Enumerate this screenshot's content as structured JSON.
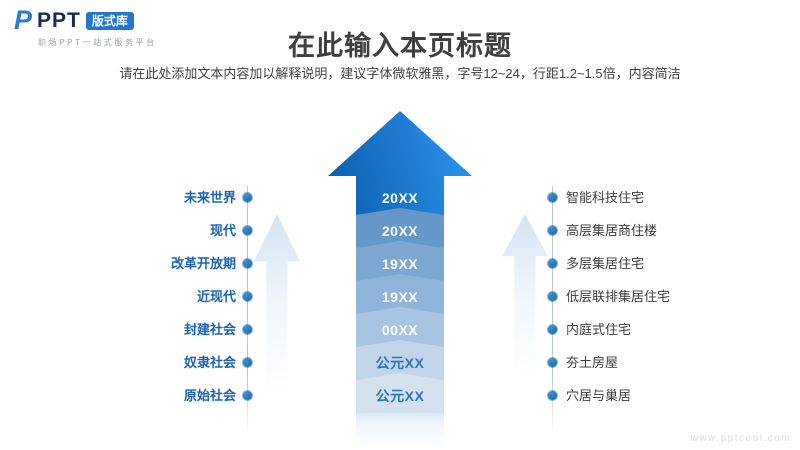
{
  "logo": {
    "icon": "ppt-logo-p",
    "brand": "PPT",
    "badge": "版式库",
    "tagline": "职场PPT一站式服务平台"
  },
  "header": {
    "title": "在此输入本页标题",
    "subtitle": "请在此处添加文本内容加以解释说明，建议字体微软雅黑，字号12~24，行距1.2~1.5倍，内容简洁"
  },
  "diagram": {
    "type": "vertical-arrow-timeline",
    "rows": [
      {
        "era": "未来世界",
        "period": "20XX",
        "item": "智能科技住宅"
      },
      {
        "era": "现代",
        "period": "20XX",
        "item": "高层集居商住楼"
      },
      {
        "era": "改革开放期",
        "period": "19XX",
        "item": "多层集居住宅"
      },
      {
        "era": "近现代",
        "period": "19XX",
        "item": "低层联排集居住宅"
      },
      {
        "era": "封建社会",
        "period": "00XX",
        "item": "内庭式住宅"
      },
      {
        "era": "奴隶社会",
        "period": "公元XX",
        "item": "夯土房屋"
      },
      {
        "era": "原始社会",
        "period": "公元XX",
        "item": "穴居与巢居"
      }
    ],
    "segment_colors": [
      "#1668b8",
      "#6598c8",
      "#7ba7d1",
      "#8fb4d9",
      "#a7c4e1",
      "#c0d5e9",
      "#d4e2ef"
    ],
    "value_text_colors": [
      "#ffffff",
      "#ffffff",
      "#ffffff",
      "#ffffff",
      "#ffffff",
      "#2e74b5",
      "#2e74b5"
    ],
    "accent_blue": "#1c63ae",
    "arrow_gradient": [
      "#0e63b4",
      "#2e97ef"
    ]
  },
  "watermark": "www.pptcool.com"
}
